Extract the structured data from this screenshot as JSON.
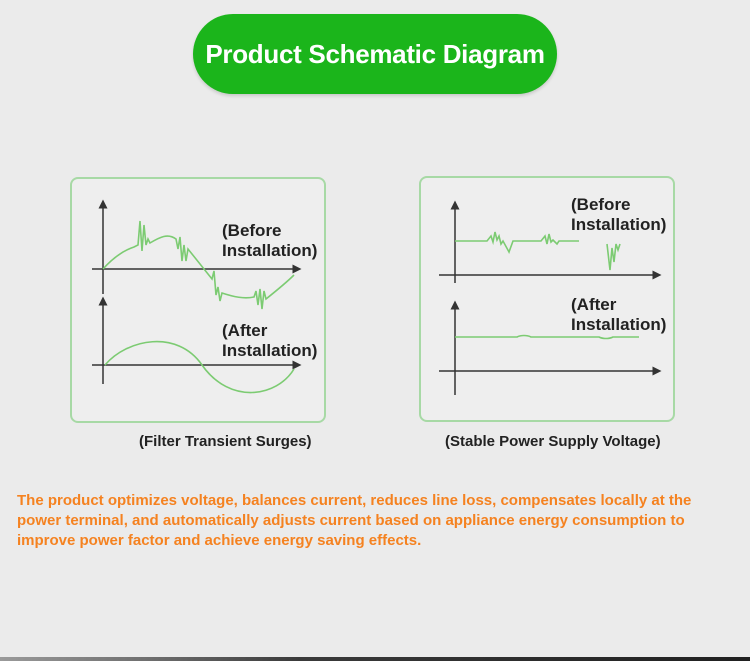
{
  "header": {
    "title": "Product Schematic Diagram"
  },
  "panels": [
    {
      "before_label_line1": "(Before",
      "before_label_line2": "Installation)",
      "after_label_line1": "(After",
      "after_label_line2": "Installation)",
      "caption": "(Filter Transient Surges)"
    },
    {
      "before_label_line1": "(Before",
      "before_label_line2": "Installation)",
      "after_label_line1": "(After",
      "after_label_line2": "Installation)",
      "caption": "(Stable Power Supply Voltage)"
    }
  ],
  "description": "The product optimizes voltage, balances current, reduces line loss, compensates locally at the power terminal, and automatically adjusts current based on appliance energy consumption to improve power factor and achieve energy saving effects.",
  "colors": {
    "title_bg": "#1bb51b",
    "panel_border": "#a7d9a5",
    "waveform": "#7ccb72",
    "description_text": "#f58220"
  }
}
